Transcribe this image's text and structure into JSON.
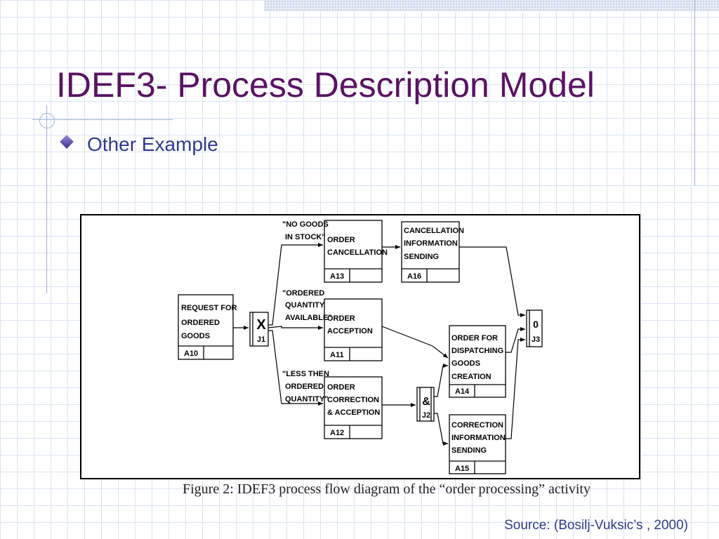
{
  "slide": {
    "title": "IDEF3- Process Description Model",
    "bullet": "Other Example",
    "source": "Source: (Bosilj-Vuksic’s , 2000)"
  },
  "diagram": {
    "caption": "Figure 2: IDEF3 process flow diagram of  the “order processing” activity",
    "units": {
      "a10": {
        "lines": [
          "REQUEST FOR",
          "ORDERED",
          "GOODS"
        ],
        "id": "A10"
      },
      "a13": {
        "lines": [
          "ORDER",
          "CANCELLATION"
        ],
        "id": "A13"
      },
      "a11": {
        "lines": [
          "ORDER",
          "ACCEPTION"
        ],
        "id": "A11"
      },
      "a12": {
        "lines": [
          "ORDER",
          "CORRECTION",
          "& ACCEPTION"
        ],
        "id": "A12"
      },
      "a16": {
        "lines": [
          "CANCELLATION",
          "INFORMATION",
          "SENDING"
        ],
        "id": "A16"
      },
      "a14": {
        "lines": [
          "ORDER FOR",
          "DISPATCHING",
          "GOODS",
          "CREATION"
        ],
        "id": "A14"
      },
      "a15": {
        "lines": [
          "CORRECTION",
          "INFORMATION",
          "SENDING"
        ],
        "id": "A15"
      }
    },
    "junctions": {
      "j1": {
        "symbol": "X",
        "id": "J1"
      },
      "j2": {
        "symbol": "&",
        "id": "J2"
      },
      "j3": {
        "symbol": "0",
        "id": "J3"
      }
    },
    "conditions": {
      "c1": [
        "\"NO GOODS",
        "IN STOCK\""
      ],
      "c2": [
        "\"ORDERED",
        "QUANTITY",
        "AVAILABLE\""
      ],
      "c3": [
        "\"LESS THEN",
        "ORDERED",
        "QUANTITY\""
      ]
    }
  }
}
